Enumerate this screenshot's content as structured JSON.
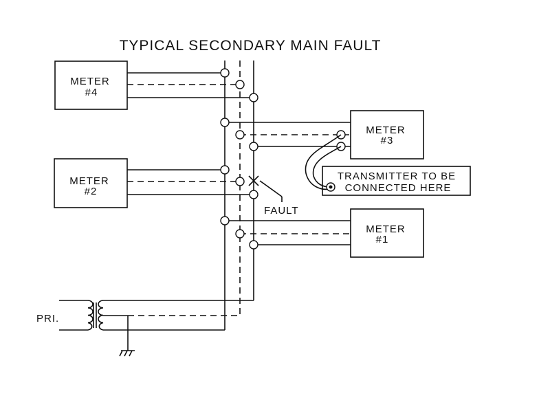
{
  "title": "TYPICAL SECONDARY MAIN FAULT",
  "meters": [
    {
      "id": "meter-4",
      "label": "METER",
      "number": "#4"
    },
    {
      "id": "meter-3",
      "label": "METER",
      "number": "#3"
    },
    {
      "id": "meter-2",
      "label": "METER",
      "number": "#2"
    },
    {
      "id": "meter-1",
      "label": "METER",
      "number": "#1"
    }
  ],
  "transmitter": {
    "line1": "TRANSMITTER TO BE",
    "line2": "CONNECTED HERE"
  },
  "fault_label": "FAULT",
  "primary_label": "PRI.",
  "colors": {
    "ink": "#111111",
    "background": "#ffffff"
  }
}
